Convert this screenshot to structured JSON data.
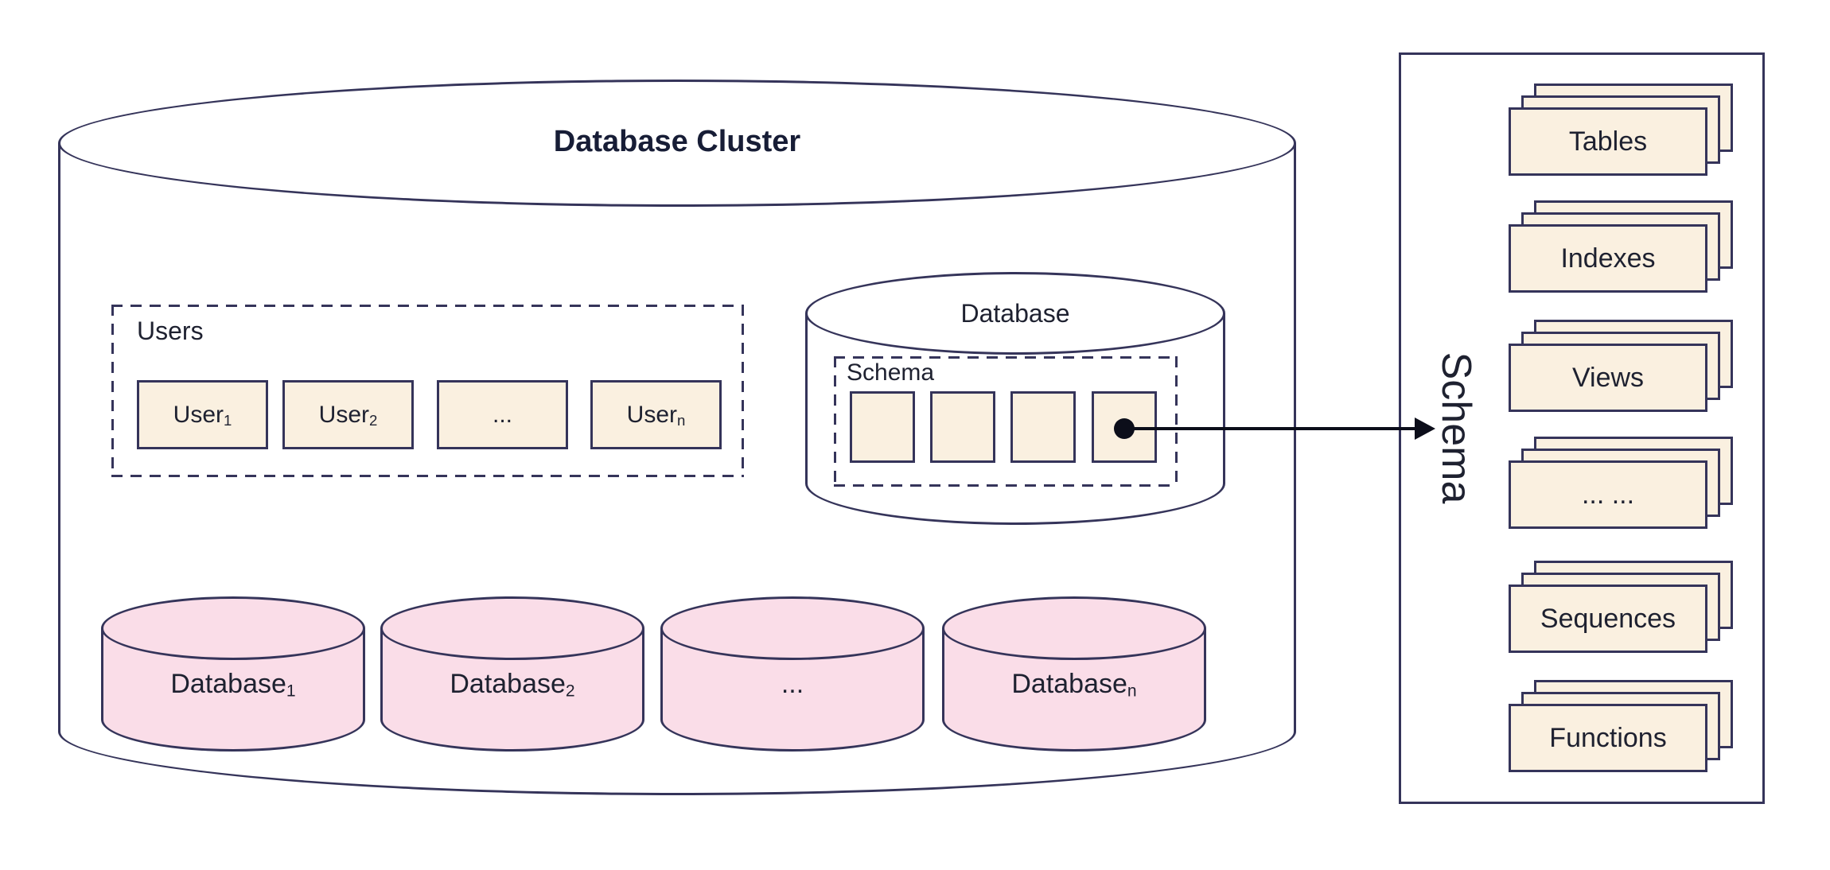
{
  "title": "Database Cluster",
  "users": {
    "label": "Users",
    "items": [
      {
        "base": "User",
        "sub": "1"
      },
      {
        "base": "User",
        "sub": "2"
      },
      {
        "base": "...",
        "sub": ""
      },
      {
        "base": "User",
        "sub": "n"
      }
    ]
  },
  "database": {
    "label": "Database",
    "schema": {
      "label": "Schema"
    }
  },
  "databases": [
    {
      "base": "Database",
      "sub": "1"
    },
    {
      "base": "Database",
      "sub": "2"
    },
    {
      "base": "...",
      "sub": ""
    },
    {
      "base": "Database",
      "sub": "n"
    }
  ],
  "schema_panel": {
    "label": "Schema",
    "stacks": [
      {
        "label": "Tables"
      },
      {
        "label": "Indexes"
      },
      {
        "label": "Views"
      },
      {
        "label": "... ..."
      },
      {
        "label": "Sequences"
      },
      {
        "label": "Functions"
      }
    ]
  },
  "colors": {
    "stroke_navy": "#35345a",
    "fill_cream": "#faf0e0",
    "fill_pink": "#fadde8",
    "text_ink": "#1e2130",
    "arrow_black": "#0c0e1a",
    "background": "#ffffff"
  }
}
